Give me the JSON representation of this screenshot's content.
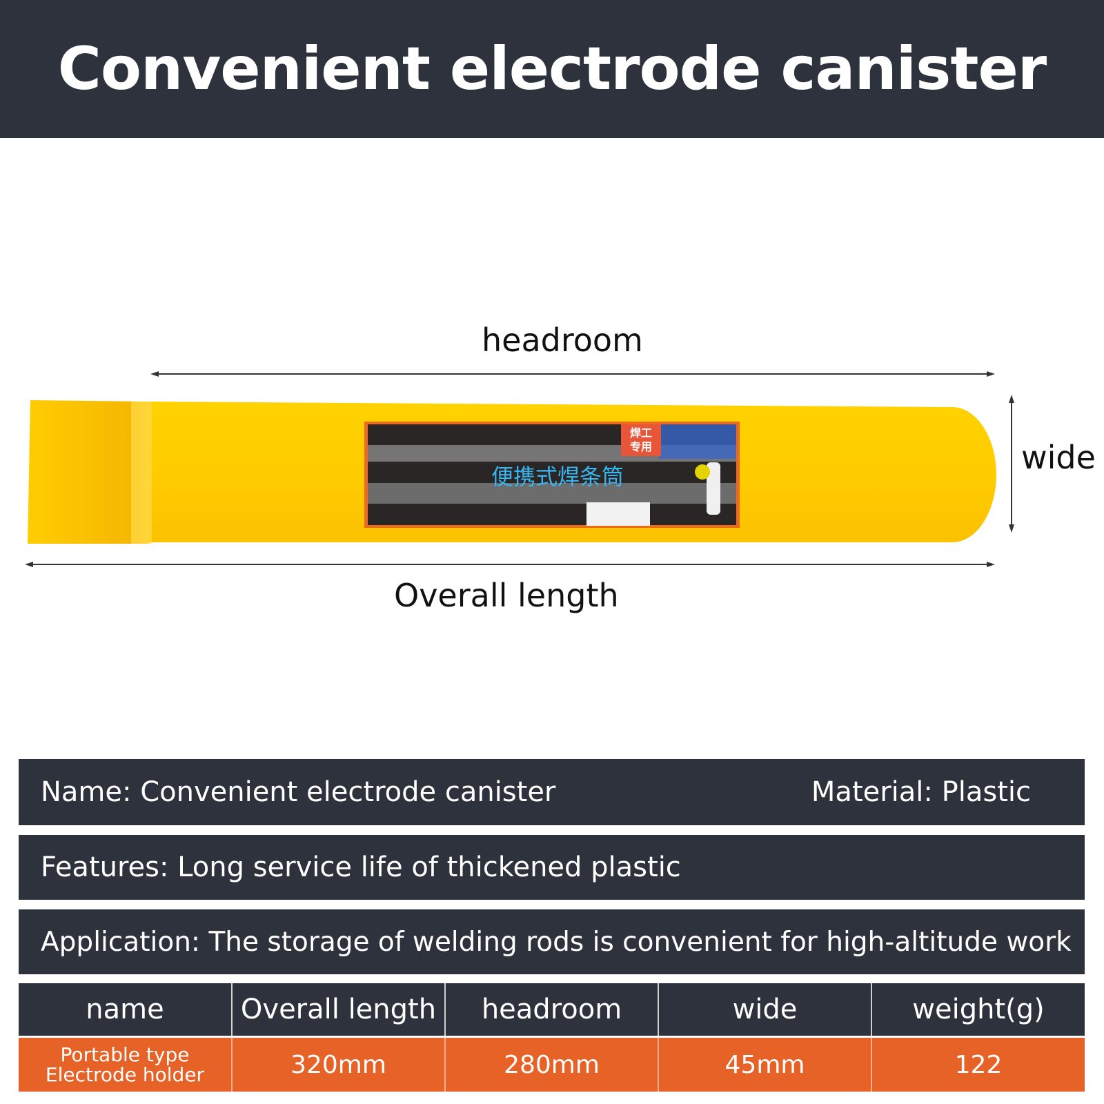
{
  "title": "Convenient electrode canister",
  "diagram": {
    "headroom_label": "headroom",
    "wide_label": "wide",
    "overall_length_label": "Overall length",
    "product_label_text": "便携式焊条筒",
    "product_badge_text": "焊工专用",
    "canister_color": "#ffcc00"
  },
  "info": {
    "name": "Name: Convenient electrode canister",
    "material": "Material: Plastic",
    "features": "Features: Long service life of thickened plastic",
    "application": "Application: The storage of welding rods is convenient for high-altitude work"
  },
  "table": {
    "headers": [
      "name",
      "Overall length",
      "headroom",
      "wide",
      "weight(g)"
    ],
    "rows": [
      {
        "name_line1": "Portable type",
        "name_line2": "Electrode holder",
        "overall_length": "320mm",
        "headroom": "280mm",
        "wide": "45mm",
        "weight": "122"
      }
    ]
  }
}
